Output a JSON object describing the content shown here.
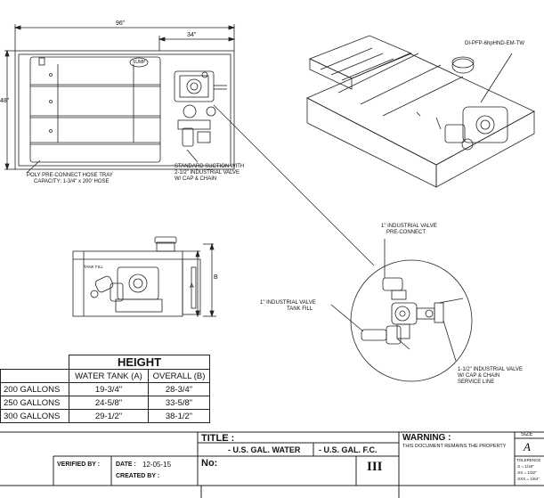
{
  "top_view": {
    "width_dim": "96\"",
    "sub_dim": "34\"",
    "height_dim": "48\"",
    "tray_label_line1": "POLY PRE-CONNECT HOSE TRAY",
    "tray_label_line2": "CAPACITY: 1-3/4\" x 200' HOSE",
    "suction_label_line1": "STANDARD SUCTION WITH",
    "suction_label_line2": "2-1/2\" INDUSTRIAL VALVE",
    "suction_label_line3": "W/ CAP & CHAIN",
    "sump_label": "SUMP"
  },
  "iso_view": {
    "model_label": "DI-PFP-6hpHND-EM-TW"
  },
  "detail_view": {
    "preconnect_line1": "1\" INDUSTRIAL VALVE",
    "preconnect_line2": "PRE-CONNECT",
    "tankfill_line1": "1\" INDUSTRIAL VALVE",
    "tankfill_line2": "TANK FILL",
    "service_line1": "1-1/2\" INDUSTRIAL VALVE",
    "service_line2": "W/ CAP & CHAIN",
    "service_line3": "SERVICE LINE"
  },
  "side_view": {
    "dim_a": "A",
    "dim_b": "B",
    "tank_fill_label": "TANK FILL"
  },
  "height_table": {
    "title": "HEIGHT",
    "headers": [
      "",
      "WATER TANK (A)",
      "OVERALL (B)"
    ],
    "rows": [
      [
        "200 GALLONS",
        "19-3/4\"",
        "28-3/4\""
      ],
      [
        "250 GALLONS",
        "24-5/8\"",
        "33-5/8\""
      ],
      [
        "300 GALLONS",
        "29-1/2\"",
        "38-1/2\""
      ]
    ]
  },
  "title_block": {
    "title_label": "TITLE :",
    "water_label": "- U.S. GAL. WATER",
    "fc_label": "- U.S. GAL. F.C.",
    "no_label": "No:",
    "verified_label": "VERIFIED BY :",
    "date_label": "DATE :",
    "date_value": "12-05-15",
    "created_label": "CREATED BY :",
    "logo_text": "III",
    "warning_title": "WARNING :",
    "warning_text": "THIS DOCUMENT REMAINS THE PROPERTY",
    "size_label": "SIZE",
    "size_value": "A",
    "tolerance_title": "TOLERENCE",
    "tol1": ".X =    1/16\"",
    "tol2": ".XX =   1/32\"",
    "tol3": ".XXX = 1/64\""
  }
}
